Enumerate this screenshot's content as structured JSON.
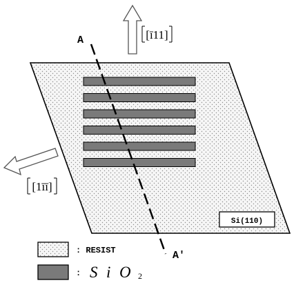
{
  "labels": {
    "direction_top": "[ī11]",
    "direction_left": "[1īī]",
    "point_a": "A",
    "point_a_prime": "A′",
    "substrate": "Si(110)"
  },
  "legend": {
    "resist": ": RESIST",
    "sio2_colon": ":",
    "sio2_si": "S",
    "sio2_i": "i",
    "sio2_o": "O",
    "sio2_sub": "2"
  },
  "stripes": {
    "count": 6
  },
  "colors": {
    "stripe_fill": "#7a7a7a",
    "resist_fill": "#f2f2f2",
    "dot": "#8c8c8c",
    "line": "#000000"
  }
}
